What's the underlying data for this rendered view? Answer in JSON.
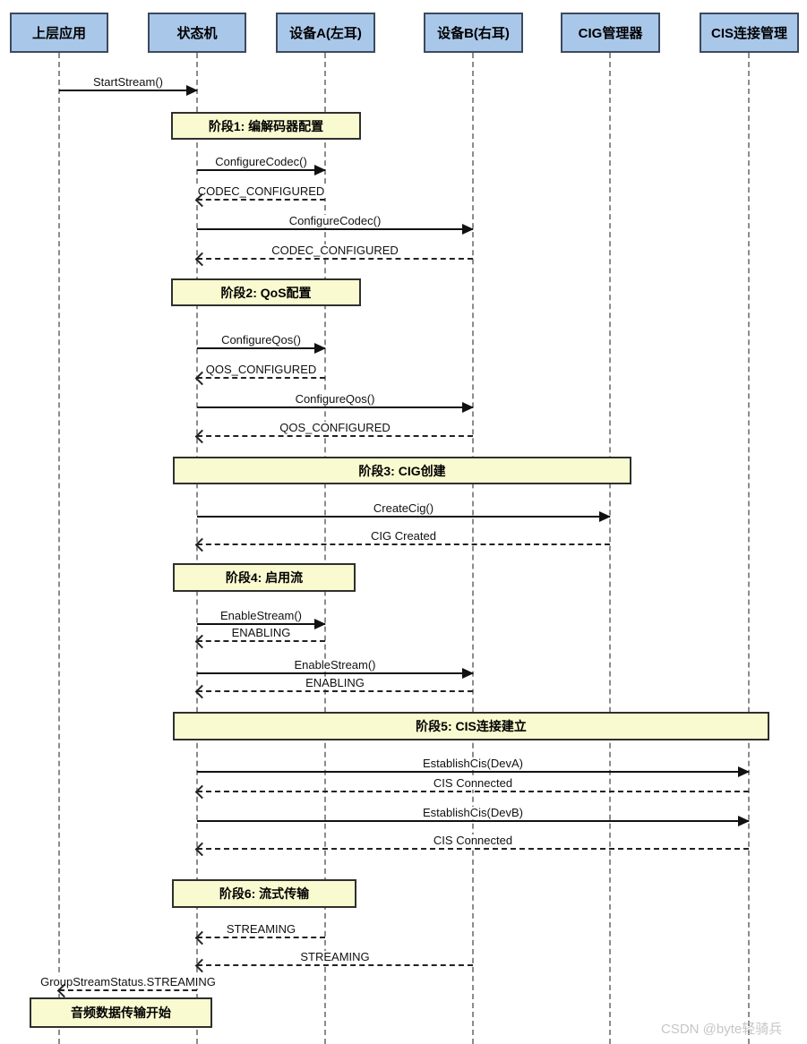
{
  "diagram": {
    "title_hint": "LE Audio CIS stream establishment sequence",
    "participants": [
      {
        "label": "上层应用"
      },
      {
        "label": "状态机"
      },
      {
        "label": "设备A(左耳)"
      },
      {
        "label": "设备B(右耳)"
      },
      {
        "label": "CIG管理器"
      },
      {
        "label": "CIS连接管理"
      }
    ],
    "phases": [
      {
        "label": "阶段1: 编解码器配置"
      },
      {
        "label": "阶段2: QoS配置"
      },
      {
        "label": "阶段3: CIG创建"
      },
      {
        "label": "阶段4: 启用流"
      },
      {
        "label": "阶段5: CIS连接建立"
      },
      {
        "label": "阶段6: 流式传输"
      }
    ],
    "messages": [
      {
        "label": "StartStream()",
        "from": "上层应用",
        "to": "状态机",
        "style": "solid"
      },
      {
        "label": "ConfigureCodec()",
        "from": "状态机",
        "to": "设备A(左耳)",
        "style": "solid"
      },
      {
        "label": "CODEC_CONFIGURED",
        "from": "设备A(左耳)",
        "to": "状态机",
        "style": "dashed"
      },
      {
        "label": "ConfigureCodec()",
        "from": "状态机",
        "to": "设备B(右耳)",
        "style": "solid"
      },
      {
        "label": "CODEC_CONFIGURED",
        "from": "设备B(右耳)",
        "to": "状态机",
        "style": "dashed"
      },
      {
        "label": "ConfigureQos()",
        "from": "状态机",
        "to": "设备A(左耳)",
        "style": "solid"
      },
      {
        "label": "QOS_CONFIGURED",
        "from": "设备A(左耳)",
        "to": "状态机",
        "style": "dashed"
      },
      {
        "label": "ConfigureQos()",
        "from": "状态机",
        "to": "设备B(右耳)",
        "style": "solid"
      },
      {
        "label": "QOS_CONFIGURED",
        "from": "设备B(右耳)",
        "to": "状态机",
        "style": "dashed"
      },
      {
        "label": "CreateCig()",
        "from": "状态机",
        "to": "CIG管理器",
        "style": "solid"
      },
      {
        "label": "CIG Created",
        "from": "CIG管理器",
        "to": "状态机",
        "style": "dashed"
      },
      {
        "label": "EnableStream()",
        "from": "状态机",
        "to": "设备A(左耳)",
        "style": "solid"
      },
      {
        "label": "ENABLING",
        "from": "设备A(左耳)",
        "to": "状态机",
        "style": "dashed"
      },
      {
        "label": "EnableStream()",
        "from": "状态机",
        "to": "设备B(右耳)",
        "style": "solid"
      },
      {
        "label": "ENABLING",
        "from": "设备B(右耳)",
        "to": "状态机",
        "style": "dashed"
      },
      {
        "label": "EstablishCis(DevA)",
        "from": "状态机",
        "to": "CIS连接管理",
        "style": "solid"
      },
      {
        "label": "CIS Connected",
        "from": "CIS连接管理",
        "to": "状态机",
        "style": "dashed"
      },
      {
        "label": "EstablishCis(DevB)",
        "from": "状态机",
        "to": "CIS连接管理",
        "style": "solid"
      },
      {
        "label": "CIS Connected",
        "from": "CIS连接管理",
        "to": "状态机",
        "style": "dashed"
      },
      {
        "label": "STREAMING",
        "from": "设备A(左耳)",
        "to": "状态机",
        "style": "dashed"
      },
      {
        "label": "STREAMING",
        "from": "设备B(右耳)",
        "to": "状态机",
        "style": "dashed"
      },
      {
        "label": "GroupStreamStatus.STREAMING",
        "from": "状态机",
        "to": "上层应用",
        "style": "dashed"
      }
    ],
    "note": {
      "label": "音频数据传输开始"
    },
    "watermark": "CSDN @byte轻骑兵",
    "colors": {
      "participant_fill": "#A9C7E9",
      "participant_border": "#3C4A5D",
      "phase_fill": "#FAFAD0",
      "phase_border": "#2F2F2F",
      "lifeline": "#8C8C8C",
      "arrow": "#111111",
      "watermark": "#C6C6C6"
    }
  }
}
